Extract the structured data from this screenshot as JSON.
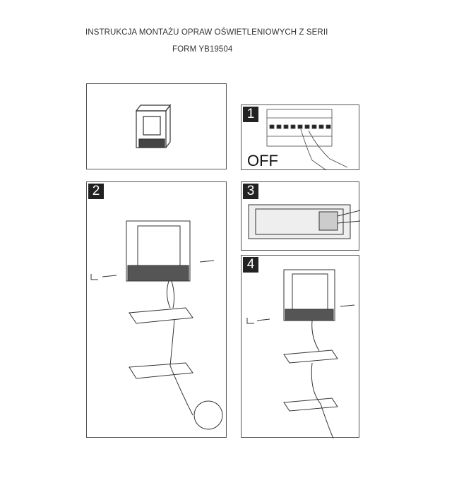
{
  "header": {
    "title_line1": "INSTRUKCJA MONTAŻU OPRAW OŚWIETLENIOWYCH Z SERII",
    "title_line2": "FORM YB19504"
  },
  "steps": [
    {
      "number": "1",
      "label": "OFF"
    },
    {
      "number": "2"
    },
    {
      "number": "3"
    },
    {
      "number": "4"
    }
  ]
}
